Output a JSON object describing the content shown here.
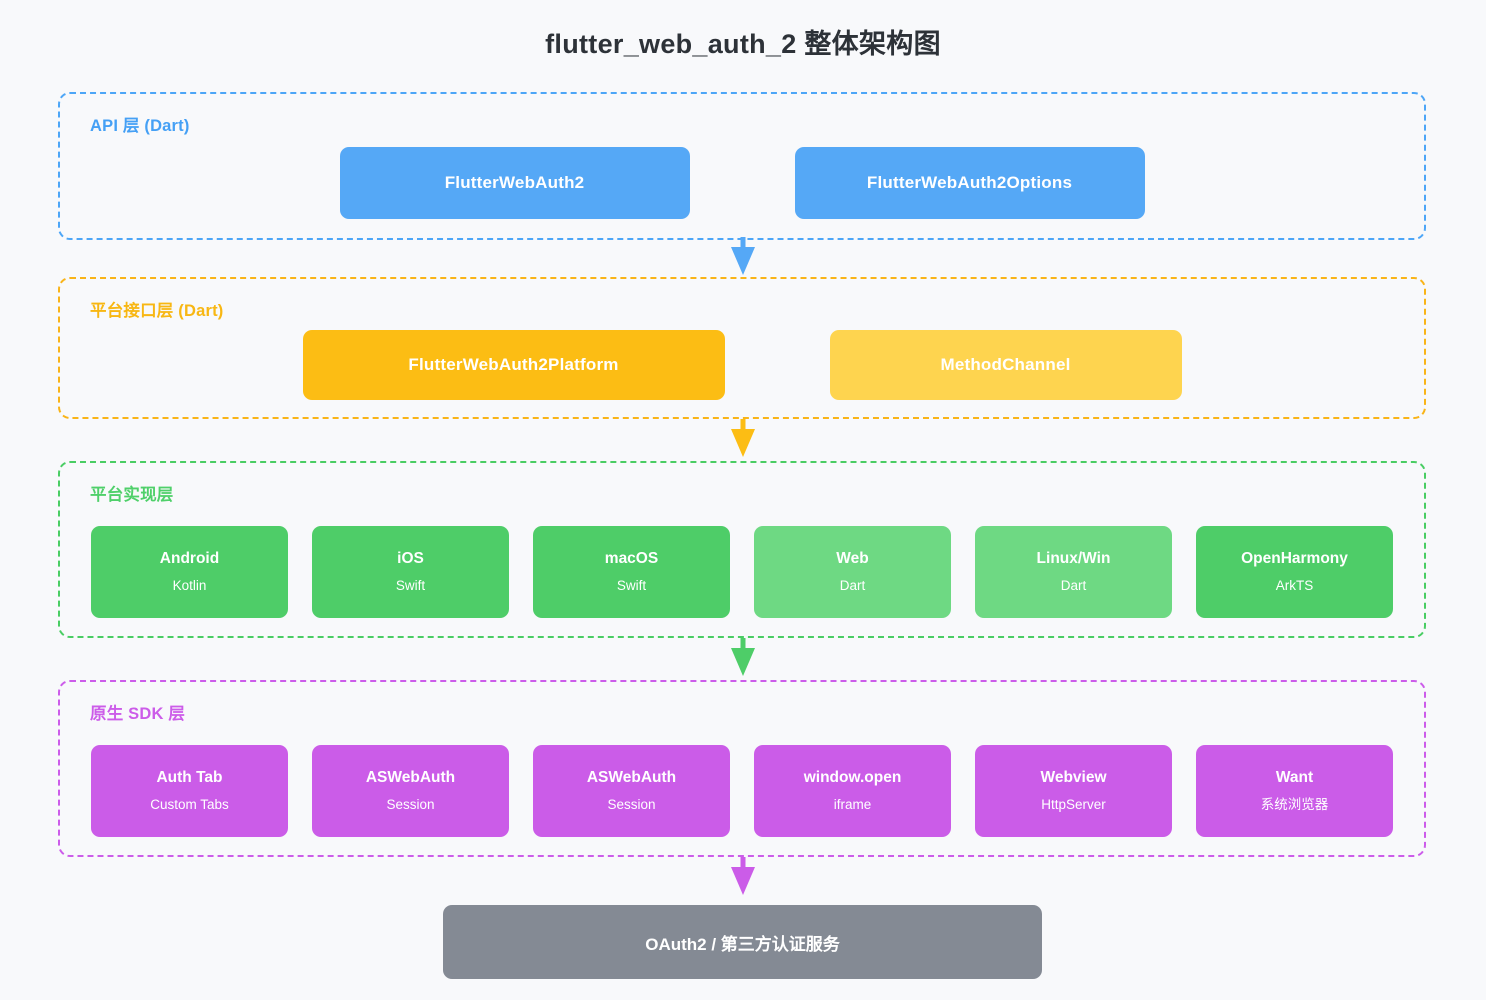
{
  "title": "flutter_web_auth_2 整体架构图",
  "colors": {
    "background": "#f8f9fb",
    "api": "#4da6f7",
    "api_node": "#55a8f6",
    "platform": "#f9b418",
    "platform_node_primary": "#fcbd14",
    "platform_node_secondary": "#fed44f",
    "impl": "#49cd63",
    "impl_node": "#4ecd68",
    "impl_node_light": "#6ed983",
    "native": "#cc5cea",
    "native_node": "#cb5ce8",
    "final_node": "#848a94",
    "title_text": "#2d3238"
  },
  "layers": [
    {
      "id": "api",
      "label": "API 层 (Dart)",
      "nodes": [
        {
          "label": "FlutterWebAuth2"
        },
        {
          "label": "FlutterWebAuth2Options"
        }
      ]
    },
    {
      "id": "platform",
      "label": "平台接口层 (Dart)",
      "nodes": [
        {
          "label": "FlutterWebAuth2Platform"
        },
        {
          "label": "MethodChannel"
        }
      ]
    },
    {
      "id": "impl",
      "label": "平台实现层",
      "nodes": [
        {
          "title": "Android",
          "sub": "Kotlin",
          "color": "#4ecd68"
        },
        {
          "title": "iOS",
          "sub": "Swift",
          "color": "#4ecd68"
        },
        {
          "title": "macOS",
          "sub": "Swift",
          "color": "#4ecd68"
        },
        {
          "title": "Web",
          "sub": "Dart",
          "color": "#6ed983"
        },
        {
          "title": "Linux/Win",
          "sub": "Dart",
          "color": "#6ed983"
        },
        {
          "title": "OpenHarmony",
          "sub": "ArkTS",
          "color": "#4ecd68"
        }
      ]
    },
    {
      "id": "native",
      "label": "原生 SDK 层",
      "nodes": [
        {
          "title": "Auth Tab",
          "sub": "Custom Tabs",
          "color": "#cb5ce8"
        },
        {
          "title": "ASWebAuth",
          "sub": "Session",
          "color": "#cb5ce8"
        },
        {
          "title": "ASWebAuth",
          "sub": "Session",
          "color": "#cb5ce8"
        },
        {
          "title": "window.open",
          "sub": "iframe",
          "color": "#cb5ce8"
        },
        {
          "title": "Webview",
          "sub": "HttpServer",
          "color": "#cb5ce8"
        },
        {
          "title": "Want",
          "sub": "系统浏览器",
          "color": "#cb5ce8"
        }
      ]
    }
  ],
  "final_node": {
    "label": "OAuth2 / 第三方认证服务"
  },
  "arrows": [
    {
      "id": "api-to-platform",
      "color": "#55a8f6",
      "direction": "down"
    },
    {
      "id": "platform-to-impl",
      "color": "#fcbd14",
      "direction": "down"
    },
    {
      "id": "impl-to-native",
      "color": "#4ecd68",
      "direction": "down"
    },
    {
      "id": "native-to-oauth",
      "color": "#cb5ce8",
      "direction": "down"
    }
  ]
}
